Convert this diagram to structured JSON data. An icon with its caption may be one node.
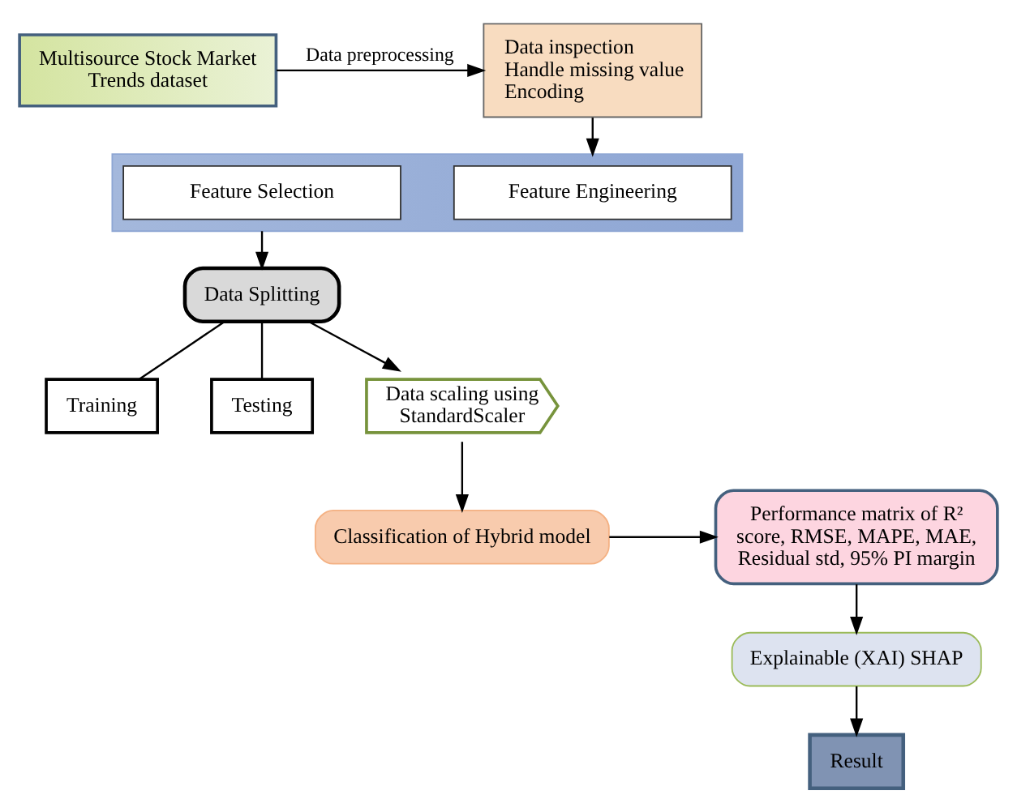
{
  "diagram": {
    "nodes": [
      {
        "text": [
          "Multisource Stock Market Trends dataset"
        ]
      },
      {
        "text": [
          "Data inspection",
          "Handle missing value",
          "Encoding"
        ]
      },
      {
        "text": [
          "Data Splitting"
        ]
      },
      {
        "text": [
          "Training"
        ]
      },
      {
        "text": [
          "Testing"
        ]
      },
      {
        "text": [],
        "shape": "box"
      },
      {
        "text": [
          "Feature Engineering"
        ],
        "in": 5
      },
      {
        "text": [
          "Feature Selection"
        ],
        "in": 5
      },
      {
        "text": [
          "Data scaling using StandardScaler"
        ]
      },
      {
        "text": [
          "Classification of Hybrid model"
        ]
      },
      {
        "text": [
          "Performance matrix of R² score, RMSE, MAPE, MAE, Residual std, 95% PI margin"
        ]
      },
      {
        "text": [
          "Explainable (XAI) SHAP"
        ]
      },
      {
        "text": [
          "Result"
        ]
      }
    ],
    "edges": [
      {
        "from": 0,
        "to": 1,
        "arrow": "to",
        "label": "Data preprocessing"
      },
      {
        "from": 1,
        "to": 5,
        "arrow": "to"
      },
      {
        "from": 5,
        "to": 2,
        "arrow": "to"
      },
      {
        "from": 2,
        "to": 3,
        "arrow": "none"
      },
      {
        "from": 2,
        "to": 4,
        "arrow": "none"
      },
      {
        "from": 2,
        "to": 8,
        "arrow": "to"
      },
      {
        "from": 8,
        "to": 9,
        "arrow": "to"
      },
      {
        "from": 9,
        "to": 10,
        "arrow": "to"
      },
      {
        "from": 10,
        "to": 11,
        "arrow": "to"
      },
      {
        "from": 11,
        "to": 12,
        "arrow": "to"
      }
    ]
  }
}
